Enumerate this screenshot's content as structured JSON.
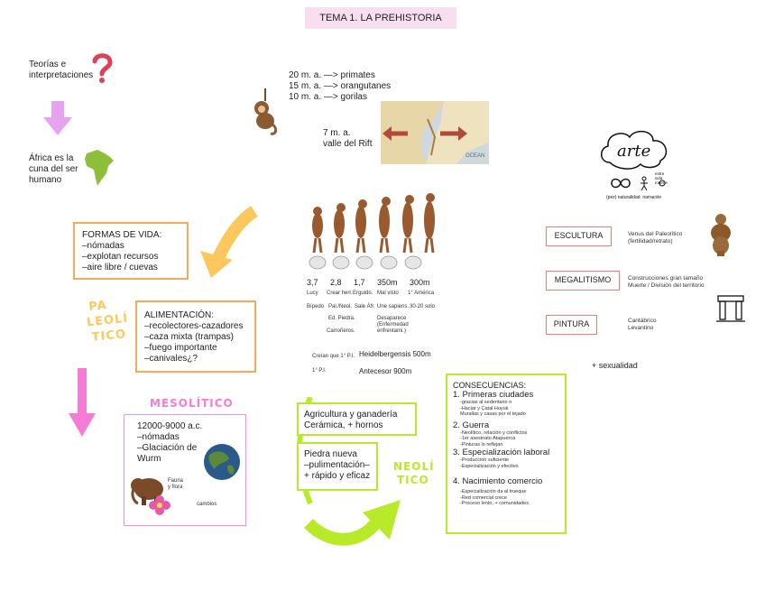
{
  "title": "TEMA 1. LA PREHISTORIA",
  "left": {
    "theories": [
      "Teorías e",
      "interpretaciones"
    ],
    "africa": [
      "África es la",
      "cuna del ser",
      "humano"
    ],
    "formas": [
      "FORMAS DE VIDA:",
      "–nómadas",
      "–explotan recursos",
      "–aire libre / cuevas"
    ],
    "paleo_label": [
      "PA",
      "LEOLÍ",
      "TICO"
    ],
    "alimentacion": [
      "ALIMENTACIÓN:",
      "–recolectores-cazadores",
      "–caza mixta (trampas)",
      "–fuego importante",
      "–canivales¿?"
    ],
    "meso_label": "MESOLÍTICO",
    "meso_box": [
      "12000-9000 a.c.",
      "–nómadas",
      "–Glaciación de",
      "Wurm"
    ],
    "fauna": [
      "Fauna",
      "y flora"
    ],
    "cambios": "cambios"
  },
  "center": {
    "timeline": [
      "20 m. a. —> primates",
      "15 m. a. —> orangutanes",
      "10 m. a. —> gorilas"
    ],
    "rift": [
      "7 m. a.",
      "valle del Rift"
    ],
    "ocean_label": "OCEAN",
    "species_numbers": [
      "3,7",
      "2,8",
      "1,7",
      "350m",
      "300m"
    ],
    "species_names": [
      "Lucy",
      "Crear herr.",
      "Erguido.",
      "Mal visto",
      "1° América"
    ],
    "traits_row1": [
      "Bípedo",
      "Pal./Neol.",
      "Sale Áfr.",
      "Une sapiens.",
      "30-20 solo"
    ],
    "ed_piedra": "Ed. Piedra.",
    "carroneros": "Carroñeros.",
    "desaparece": [
      "Desaparece",
      "(Enfermedad",
      "enfrentami.)"
    ],
    "heidel_small": "Creían que 1° P.I.",
    "heidel": "Heidelbergensis 500m",
    "antecesor_small": "1° P.I.",
    "antecesor": "Antecesor 900m",
    "agricultura": [
      "Agricultura y ganadería",
      "Cerámica, + hornos"
    ],
    "piedra_nueva": [
      "Piedra nueva",
      "–pulimentación–",
      "+ rápido y eficaz"
    ],
    "neo_label": [
      "NEOLÍ",
      "TICO"
    ]
  },
  "right": {
    "arte": "arte",
    "arte_caption": [
      "(pez) naturalidad",
      "narración"
    ],
    "arte_small": [
      "entre",
      "vida",
      "muerte"
    ],
    "escultura": "ESCULTURA",
    "escultura_desc": [
      "Venus del Paleolítico",
      "(fertilidad/retrato)"
    ],
    "megalitismo": "MEGALITISMO",
    "megalitismo_desc": [
      "Construcciones gran tamaño",
      "Muerte / División del territorio"
    ],
    "pintura": "PINTURA",
    "pintura_desc": [
      "Cantábrico",
      "Levantino"
    ],
    "sexualidad": "+ sexualidad"
  },
  "consecuencias": {
    "title": "CONSECUENCIAS:",
    "s1": "1. Primeras ciudades",
    "s1_items": [
      "-gracias al sedentario o",
      "-Haciar y Çatal Huyuk",
      "Murallas y casas por el tejado"
    ],
    "s2": "2. Guerra",
    "s2_items": [
      "-Neolítico, relación y conflictos",
      "-1er asesinato Atapuerca",
      "-Pinturas lo reflejan"
    ],
    "s3": "3. Especialización laboral",
    "s3_items": [
      "-Producción suficiente",
      "-Especialización y efectivo"
    ],
    "s4": "4. Nacimiento comercio",
    "s4_items": [
      "-Especialización da al trueque",
      "-Red comercial crece",
      "-Proceso lento, + comunidades"
    ]
  },
  "colors": {
    "title_bg": "#f7dff0",
    "orange": "#f7a95a",
    "pink": "#f47cd6",
    "green": "#b8ea2a",
    "violet": "#e7a2f0",
    "red": "#f27b74",
    "yellow_arrow": "#fcc85e"
  }
}
